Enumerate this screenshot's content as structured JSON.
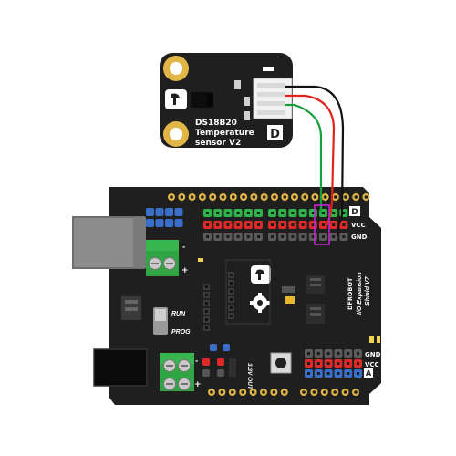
{
  "sensor": {
    "line1": "DS18B20",
    "line2": "Temperature",
    "line3": "sensor V2",
    "letter": "D"
  },
  "shield": {
    "label_d": "D",
    "label_vcc": "VCC",
    "label_gnd": "GND",
    "bottom_gnd": "GND",
    "bottom_vcc": "VCC",
    "bottom_a": "A",
    "run": "RUN",
    "prog": "PROG",
    "out": "3.3V OUT",
    "brand": "DFROBOT",
    "title_line1": "I/O Expansion",
    "title_line2": "Shield V7"
  },
  "colors": {
    "wire_red": "#e2231a",
    "wire_green": "#18a03a",
    "wire_black": "#111111",
    "header_green": "#2fb34a",
    "header_red": "#e02a2a",
    "header_blue": "#3a6fc9",
    "gold": "#e2b646",
    "board": "#1f1f1f"
  }
}
